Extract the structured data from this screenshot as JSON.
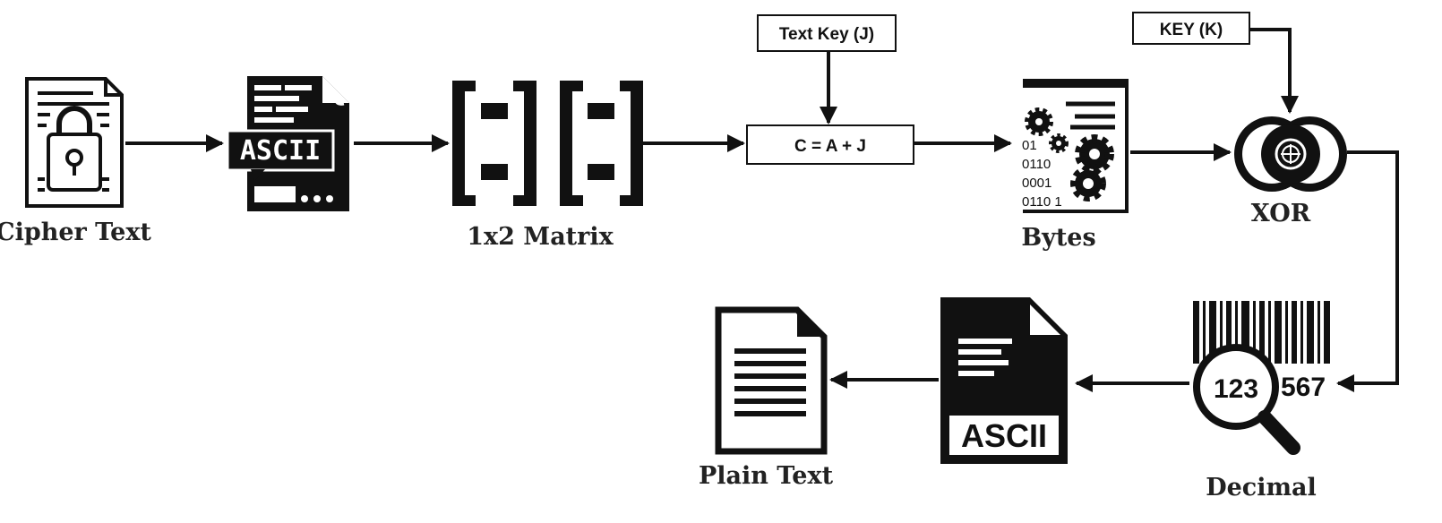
{
  "nodes": {
    "cipher_text": "Cipher Text",
    "matrix": "1x2 Matrix",
    "bytes": "Bytes",
    "xor": "XOR",
    "decimal": "Decimal",
    "plain_text": "Plain Text"
  },
  "boxes": {
    "text_key": "Text Key (J)",
    "equation": "C = A + J",
    "key": "KEY (K)"
  },
  "icon_text": {
    "ascii_badge": "ASCII",
    "ascii_doc": "ASCII",
    "bits": [
      "01",
      "0110",
      "0001",
      "0110 1"
    ],
    "num_left": "123",
    "num_right": "567"
  },
  "colors": {
    "ink": "#111111",
    "label": "#222222",
    "background": "#ffffff"
  }
}
